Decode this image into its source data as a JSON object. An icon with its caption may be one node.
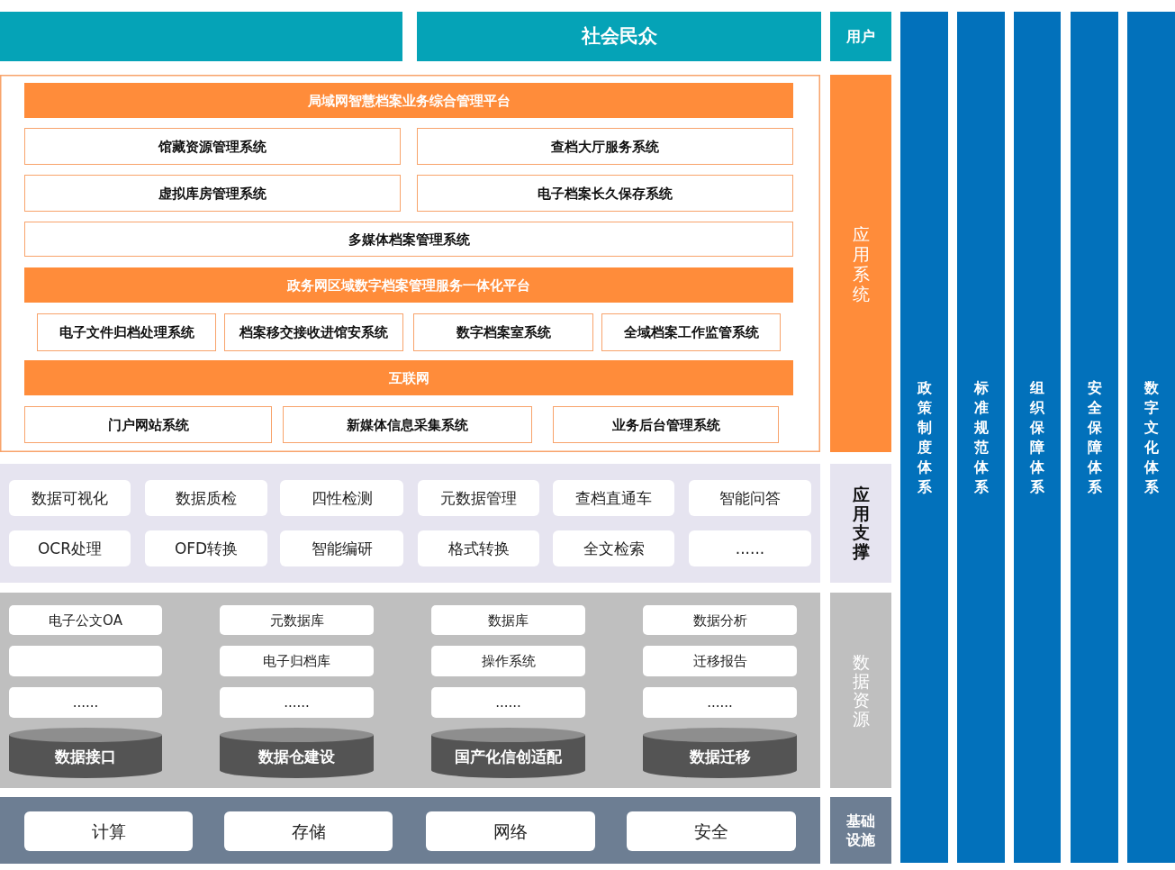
{
  "diagram": {
    "nodes": [
      {
        "text": [],
        "shape": "box"
      },
      {
        "text": [
          "社会民众"
        ]
      },
      {
        "text": [
          "用户"
        ]
      },
      {
        "text": [],
        "shape": "box"
      },
      {
        "text": [
          "局域网智慧档案业务综合管理平台"
        ],
        "in": 3
      },
      {
        "text": [
          "馆藏资源管理系统"
        ],
        "in": 3
      },
      {
        "text": [
          "查档大厅服务系统"
        ],
        "in": 3
      },
      {
        "text": [
          "虚拟库房管理系统"
        ],
        "in": 3
      },
      {
        "text": [
          "电子档案长久保存系统"
        ],
        "in": 3
      },
      {
        "text": [
          "多媒体档案管理系统"
        ],
        "in": 3
      },
      {
        "text": [
          "政务网区域数字档案管理服务一体化平台"
        ],
        "in": 3
      },
      {
        "text": [
          "电子文件归档处理系统"
        ],
        "in": 3
      },
      {
        "text": [
          "档案移交接收进馆安系统"
        ],
        "in": 3
      },
      {
        "text": [
          "数字档案室系统"
        ],
        "in": 3
      },
      {
        "text": [
          "全域档案工作监管系统"
        ],
        "in": 3
      },
      {
        "text": [
          "互联网"
        ],
        "in": 3
      },
      {
        "text": [
          "门户网站系统"
        ],
        "in": 3
      },
      {
        "text": [
          "新媒体信息采集系统"
        ],
        "in": 3
      },
      {
        "text": [
          "业务后台管理系统"
        ],
        "in": 3
      },
      {
        "text": [
          "应用系统"
        ]
      },
      {
        "text": [],
        "shape": "box"
      },
      {
        "text": [
          "数据可视化"
        ],
        "in": 20
      },
      {
        "text": [
          "数据质检"
        ],
        "in": 20
      },
      {
        "text": [
          "四性检测"
        ],
        "in": 20
      },
      {
        "text": [
          "元数据管理"
        ],
        "in": 20
      },
      {
        "text": [
          "查档直通车"
        ],
        "in": 20
      },
      {
        "text": [
          "智能问答"
        ],
        "in": 20
      },
      {
        "text": [
          "OCR处理"
        ],
        "in": 20
      },
      {
        "text": [
          "OFD转换"
        ],
        "in": 20
      },
      {
        "text": [
          "智能编研"
        ],
        "in": 20
      },
      {
        "text": [
          "格式转换"
        ],
        "in": 20
      },
      {
        "text": [
          "全文检索"
        ],
        "in": 20
      },
      {
        "text": [
          "......"
        ],
        "in": 20
      },
      {
        "text": [
          "应用支撑"
        ]
      },
      {
        "text": [],
        "shape": "box"
      },
      {
        "text": [
          "电子公文OA"
        ],
        "in": 34
      },
      {
        "text": [
          "元数据库"
        ],
        "in": 34
      },
      {
        "text": [
          "数据库"
        ],
        "in": 34
      },
      {
        "text": [
          "数据分析"
        ],
        "in": 34
      },
      {
        "text": [],
        "shape": "box",
        "in": 34
      },
      {
        "text": [
          "电子归档库"
        ],
        "in": 34
      },
      {
        "text": [
          "操作系统"
        ],
        "in": 34
      },
      {
        "text": [
          "迁移报告"
        ],
        "in": 34
      },
      {
        "text": [
          "......"
        ],
        "in": 34
      },
      {
        "text": [
          "......"
        ],
        "in": 34
      },
      {
        "text": [
          "......"
        ],
        "in": 34
      },
      {
        "text": [
          "......"
        ],
        "in": 34
      },
      {
        "text": [
          "数据接口"
        ],
        "in": 34
      },
      {
        "text": [
          "数据仓建设"
        ],
        "in": 34
      },
      {
        "text": [
          "国产化信创适配"
        ],
        "in": 34
      },
      {
        "text": [
          "数据迁移"
        ],
        "in": 34
      },
      {
        "text": [
          "数据资源"
        ]
      },
      {
        "text": [],
        "shape": "box"
      },
      {
        "text": [
          "计算"
        ],
        "in": 52
      },
      {
        "text": [
          "存储"
        ],
        "in": 52
      },
      {
        "text": [
          "网络"
        ],
        "in": 52
      },
      {
        "text": [
          "安全"
        ],
        "in": 52
      },
      {
        "text": [
          "基础设施"
        ]
      },
      {
        "text": [
          "政策制度体系"
        ]
      },
      {
        "text": [
          "标准规范体系"
        ]
      },
      {
        "text": [
          "组织保障体系"
        ]
      },
      {
        "text": [
          "安全保障体系"
        ]
      },
      {
        "text": [
          "数字文化体系"
        ]
      }
    ]
  }
}
